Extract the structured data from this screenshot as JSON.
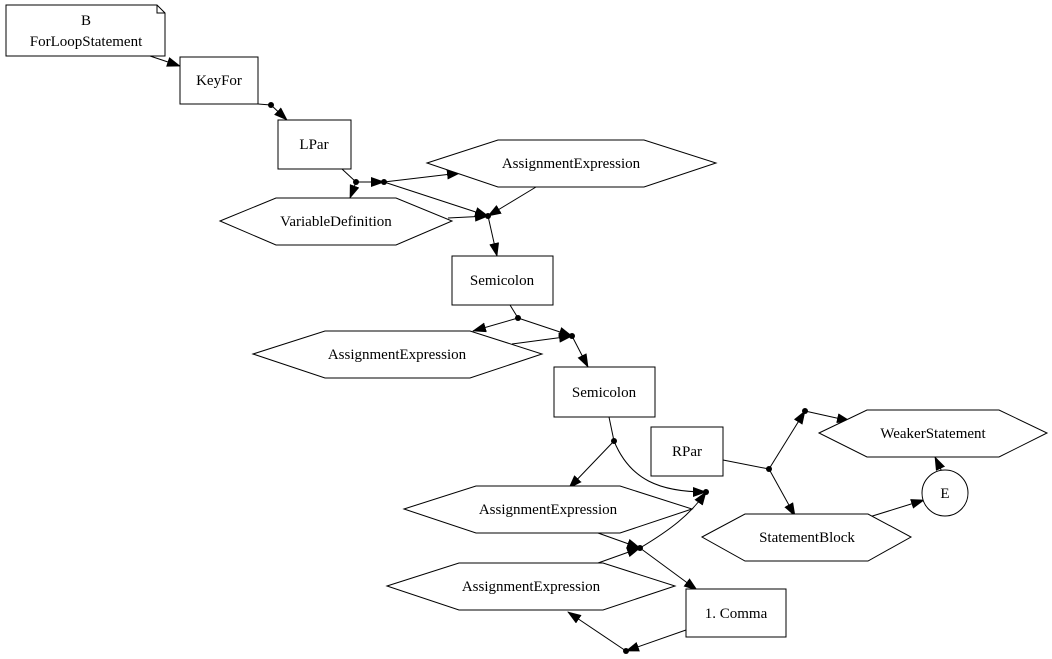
{
  "nodes": {
    "start": {
      "line1": "B",
      "line2": "ForLoopStatement"
    },
    "key_for": "KeyFor",
    "lpar": "LPar",
    "assign_1": "AssignmentExpression",
    "variable_definition": "VariableDefinition",
    "semicolon_1": "Semicolon",
    "assign_2": "AssignmentExpression",
    "semicolon_2": "Semicolon",
    "rpar": "RPar",
    "weaker_statement": "WeakerStatement",
    "end": "E",
    "assign_3": "AssignmentExpression",
    "statement_block": "StatementBlock",
    "assign_4": "AssignmentExpression",
    "comma": "1. Comma"
  }
}
